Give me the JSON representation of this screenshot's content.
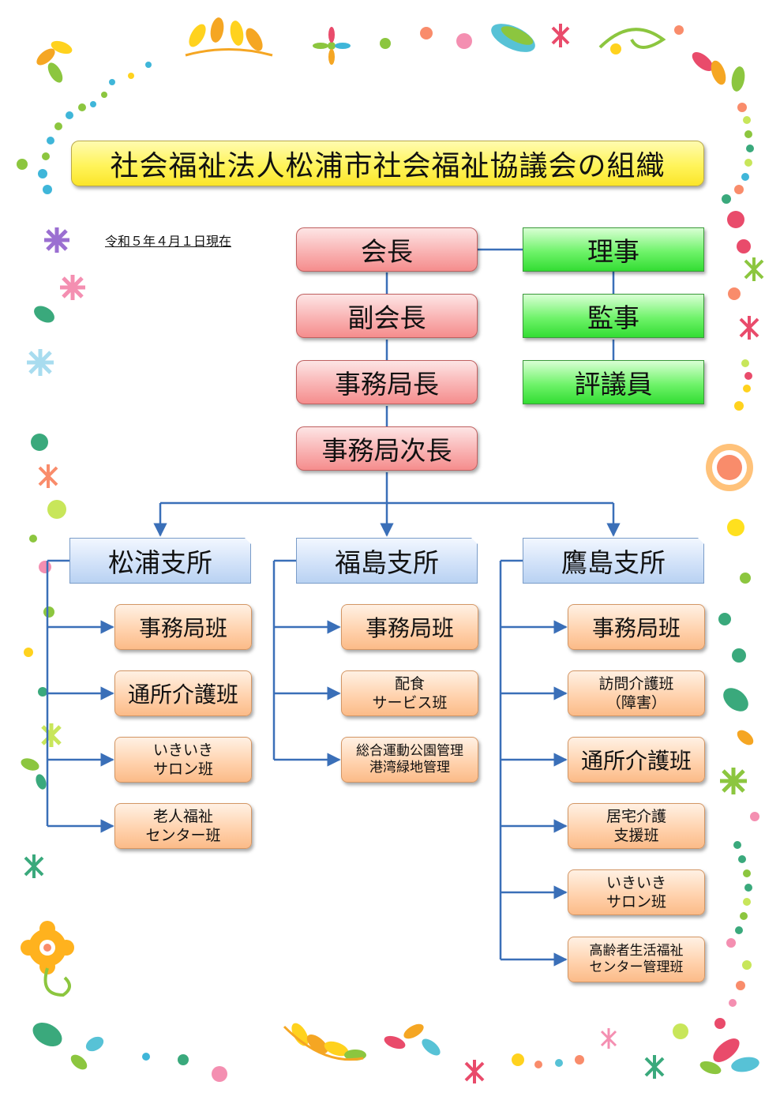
{
  "title": "社会福祉法人松浦市社会福祉協議会の組織",
  "as_of": "令和５年４月１日現在",
  "leadership": [
    "会長",
    "副会長",
    "事務局長",
    "事務局次長"
  ],
  "board": [
    "理事",
    "監事",
    "評議員"
  ],
  "branches": [
    {
      "name": "松浦支所",
      "units": [
        [
          "事務局班"
        ],
        [
          "通所介護班"
        ],
        [
          "いきいき",
          "サロン班"
        ],
        [
          "老人福祉",
          "センター班"
        ]
      ]
    },
    {
      "name": "福島支所",
      "units": [
        [
          "事務局班"
        ],
        [
          "配食",
          "サービス班"
        ],
        [
          "総合運動公園管理",
          "港湾緑地管理"
        ]
      ]
    },
    {
      "name": "鷹島支所",
      "units": [
        [
          "事務局班"
        ],
        [
          "訪問介護班",
          "（障害）"
        ],
        [
          "通所介護班"
        ],
        [
          "居宅介護",
          "支援班"
        ],
        [
          "いきいき",
          "サロン班"
        ],
        [
          "高齢者生活福祉",
          "センター管理班"
        ]
      ]
    }
  ],
  "colors": {
    "connector": "#3a6fb8",
    "leadership": "#f7a3a3",
    "board": "#44e544",
    "branch": "#c8dcf5",
    "unit": "#fcc79a",
    "title": "#fff35a"
  }
}
